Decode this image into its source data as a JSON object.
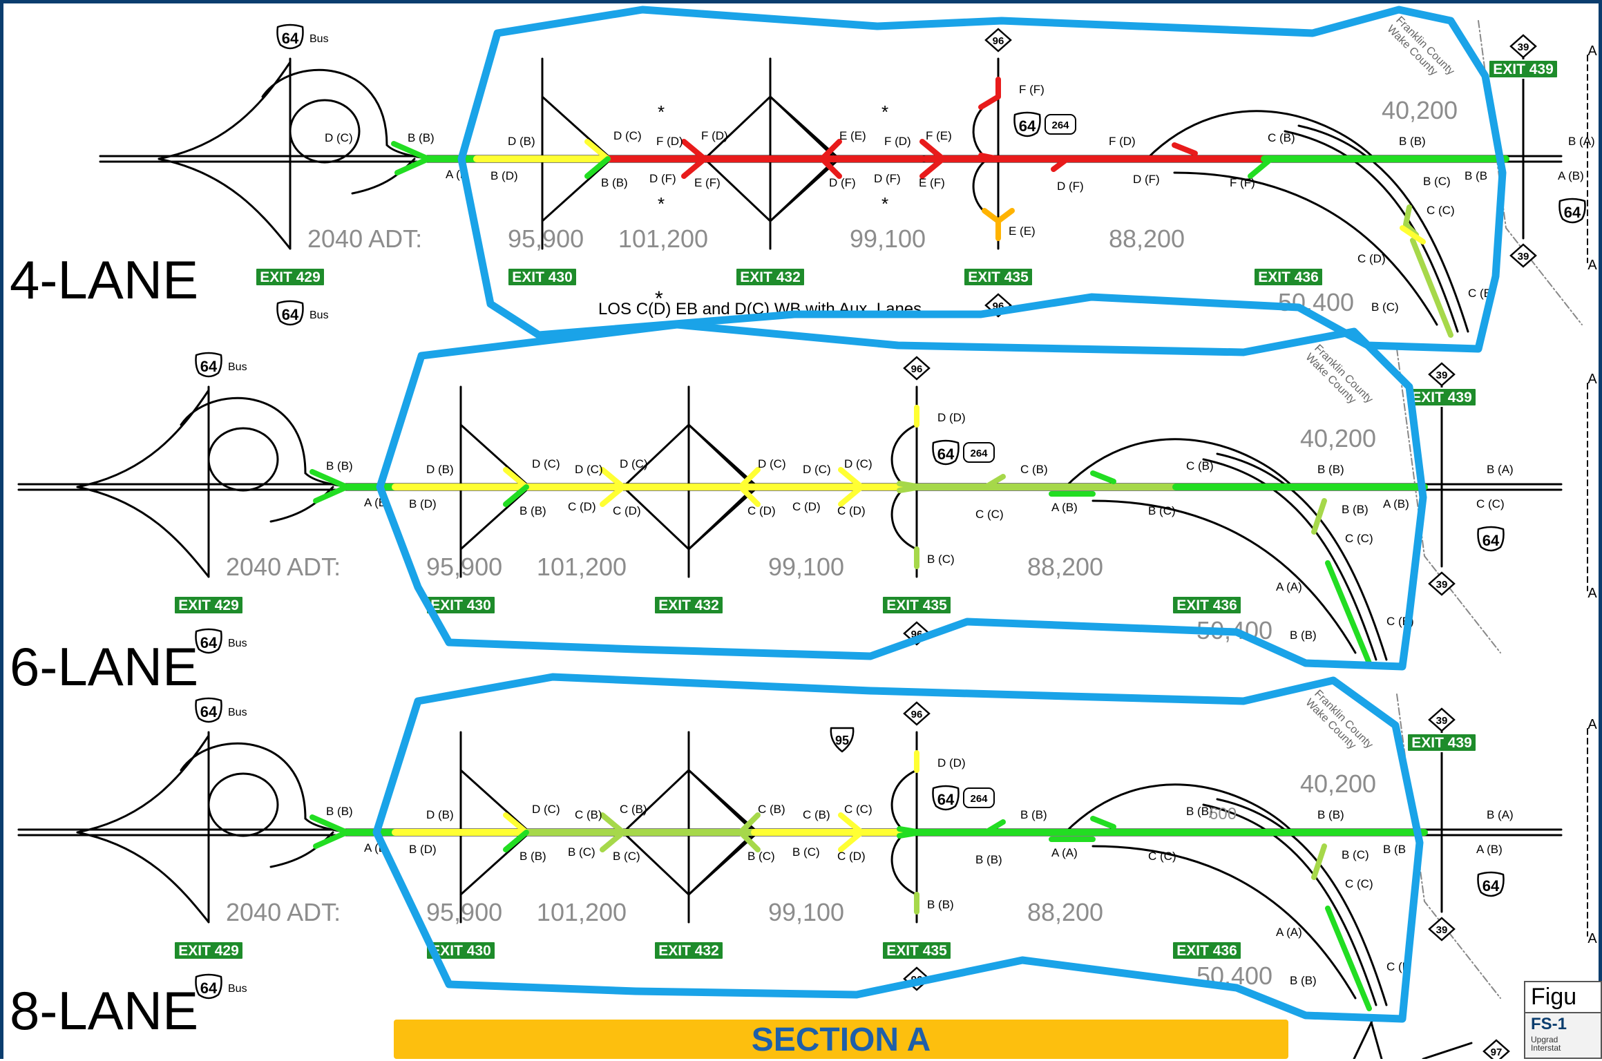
{
  "panels": [
    {
      "lane_label": "4-LANE",
      "adt_prefix": "2040 ADT:",
      "volumes": [
        "95,900",
        "101,200",
        "99,100",
        "88,200",
        "40,200",
        "50,400"
      ],
      "exits": [
        "EXIT 429",
        "EXIT 430",
        "EXIT 432",
        "EXIT 435",
        "EXIT 436",
        "EXIT 439"
      ],
      "footnote_mark": "*",
      "footnote": "LOS C(D) EB and D(C) WB with Aux. Lanes",
      "los_labels_top": [
        "D (C)",
        "B (B)",
        "D (B)",
        "D (C)",
        "F (D)",
        "F (D)",
        "E (E)",
        "F (D)",
        "F (E)",
        "F (F)",
        "F (D)",
        "C (B)",
        "B (B)",
        "B (A)"
      ],
      "los_labels_bottom": [
        "A (B",
        "B (D)",
        "B (B)",
        "D (F)",
        "E (F)",
        "D (F)",
        "D (F)",
        "E (F)",
        "E (E)",
        "D (F)",
        "D (F)",
        "F (F)",
        "B (C)",
        "B (B",
        "A (B)",
        "C (C)",
        "C (D)",
        "B (C)",
        "C (B)"
      ]
    },
    {
      "lane_label": "6-LANE",
      "adt_prefix": "2040 ADT:",
      "volumes": [
        "95,900",
        "101,200",
        "99,100",
        "88,200",
        "40,200",
        "50,400"
      ],
      "exits": [
        "EXIT 429",
        "EXIT 430",
        "EXIT 432",
        "EXIT 435",
        "EXIT 436",
        "EXIT 439"
      ],
      "los_labels_top": [
        "B (B)",
        "D (B)",
        "D (C)",
        "D (C)",
        "D (C)",
        "D (C)",
        "D (C)",
        "D (C)",
        "D (D)",
        "C (B)",
        "C (B)",
        "B (B)",
        "B (A)"
      ],
      "los_labels_bottom": [
        "A (B)",
        "B (D)",
        "B (B)",
        "C (D)",
        "C (D)",
        "C (D)",
        "C (D)",
        "C (D)",
        "B (C)",
        "C (C)",
        "A (B)",
        "B (C)",
        "B (B)",
        "A (B)",
        "C (C)",
        "C (C)",
        "A (A)",
        "B (B)",
        "C (B)"
      ]
    },
    {
      "lane_label": "8-LANE",
      "adt_prefix": "2040 ADT:",
      "volumes": [
        "95,900",
        "101,200",
        "99,100",
        "88,200",
        "40,200",
        "50,400"
      ],
      "exits": [
        "EXIT 429",
        "EXIT 430",
        "EXIT 432",
        "EXIT 435",
        "EXIT 436",
        "EXIT 439"
      ],
      "extra_number": "600",
      "los_labels_top": [
        "B (B)",
        "D (B)",
        "D (C)",
        "C (B)",
        "C (B)",
        "C (B)",
        "C (B)",
        "C (C)",
        "D (D)",
        "B (B)",
        "B (B)",
        "B (B)",
        "B (A)"
      ],
      "los_labels_bottom": [
        "A (B",
        "B (D)",
        "B (B)",
        "B (C)",
        "B (C)",
        "B (C)",
        "B (C)",
        "C (D)",
        "B (B)",
        "B (B)",
        "A (A)",
        "C (C)",
        "B (C)",
        "B (B",
        "A (B)",
        "C (C)",
        "A (A)",
        "B (B)",
        "C (B"
      ]
    }
  ],
  "county_labels": [
    "Franklin County",
    "Wake County"
  ],
  "shields": {
    "us64": "64",
    "us264": "264",
    "nc96": "96",
    "nc39": "39",
    "i95": "95",
    "nc97": "97",
    "bus_suffix": "Bus"
  },
  "side_letter": "A",
  "section_banner": "SECTION A",
  "figure_box": {
    "title": "Figu",
    "number": "FS-1",
    "sub1": "Upgrad",
    "sub2": "Interstat"
  },
  "colors": {
    "highlight_outline": "#1aa3e8",
    "los_a_b": "#22dd22",
    "los_c": "#a6d84a",
    "los_d": "#ffff33",
    "los_e": "#ffb300",
    "los_f": "#e81b1b",
    "exit_sign": "#1e8c2b",
    "volume_text": "#8c8c8c",
    "banner": "#fdbf0e"
  }
}
